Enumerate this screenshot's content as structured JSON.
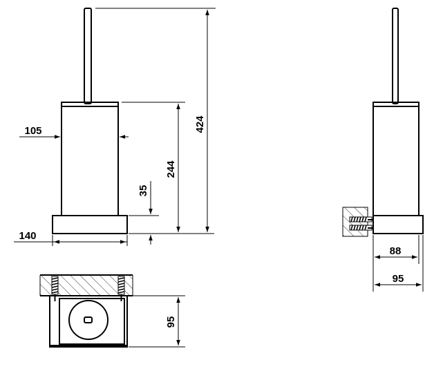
{
  "dimensions": {
    "front_total_height": "424",
    "front_body_height": "244",
    "front_base_height": "35",
    "front_body_width": "105",
    "front_base_width": "140",
    "top_depth": "95",
    "side_body_depth": "88",
    "side_base_depth": "95"
  }
}
